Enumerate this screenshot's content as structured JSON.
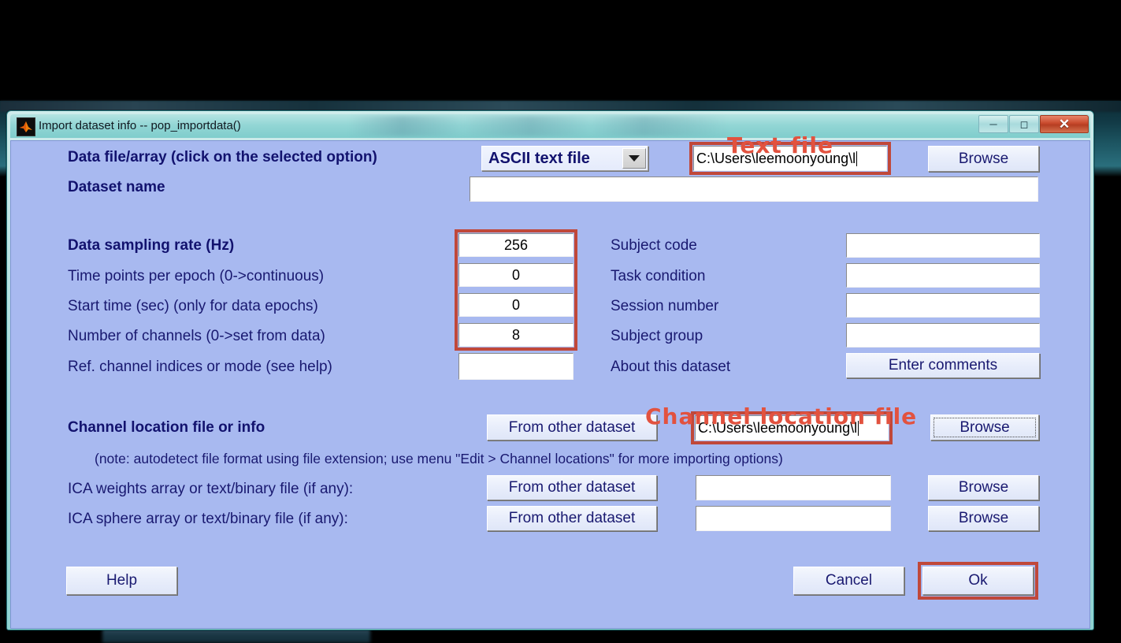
{
  "window": {
    "title": "Import dataset info -- pop_importdata()",
    "app_icon": "matlab-icon",
    "controls": {
      "minimize": "minimize-icon",
      "maximize": "maximize-icon",
      "close": "close-icon"
    }
  },
  "annotations": [
    {
      "id": "text-file",
      "label": "Text file"
    },
    {
      "id": "channel-location-file",
      "label": "Channel location file"
    }
  ],
  "colors": {
    "dialog_background": "#a8b9f0",
    "label_text": "#191970",
    "annotation_red": "#e2523f",
    "highlight_border": "#c0483a",
    "titlebar": "#93d6d5"
  },
  "section_top": {
    "data_file_label": "Data file/array (click on the selected option)",
    "dataset_name_label": "Dataset name",
    "file_type_selected": "ASCII text file",
    "data_file_value": "C:\\Users\\leemoonyoung\\l",
    "dataset_name_value": "",
    "browse_label": "Browse"
  },
  "section_params": {
    "rows": [
      {
        "label": "Data sampling rate (Hz)",
        "value": "256",
        "bold": true
      },
      {
        "label": "Time points per epoch (0->continuous)",
        "value": "0",
        "bold": false
      },
      {
        "label": "Start time (sec) (only for data epochs)",
        "value": "0",
        "bold": false
      },
      {
        "label": "Number of channels (0->set from data)",
        "value": "8",
        "bold": false
      },
      {
        "label": "Ref. channel indices or mode (see help)",
        "value": "",
        "bold": false
      }
    ]
  },
  "section_meta": {
    "rows": [
      {
        "label": "Subject code",
        "value": ""
      },
      {
        "label": "Task condition",
        "value": ""
      },
      {
        "label": "Session number",
        "value": ""
      },
      {
        "label": "Subject group",
        "value": ""
      }
    ],
    "about_label": "About this dataset",
    "enter_comments_label": "Enter comments"
  },
  "section_channel": {
    "channel_label": "Channel location file or info",
    "note": "(note: autodetect file format using file extension; use menu \"Edit > Channel locations\" for more importing options)",
    "from_other_dataset_label": "From other dataset",
    "browse_label": "Browse",
    "channel_value": "C:\\Users\\leemoonyoung\\l",
    "ica_weights_label": "ICA weights array or text/binary file (if any):",
    "ica_weights_value": "",
    "ica_sphere_label": "ICA sphere array or text/binary file (if any):",
    "ica_sphere_value": ""
  },
  "footer": {
    "help_label": "Help",
    "cancel_label": "Cancel",
    "ok_label": "Ok"
  }
}
